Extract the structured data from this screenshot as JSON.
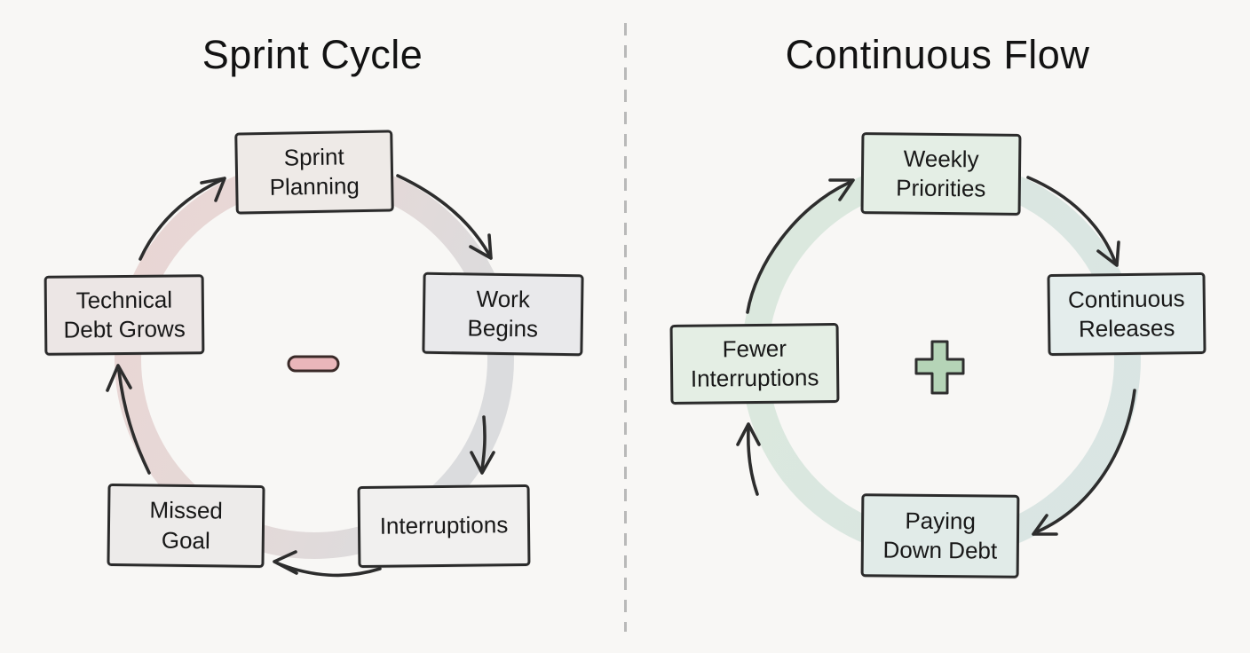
{
  "page": {
    "background_color": "#f8f7f5",
    "divider_style": "vertical dashed line"
  },
  "left_panel": {
    "title": "Sprint Cycle",
    "center_symbol": "minus",
    "symbol_color": "#eab6ba",
    "ring_colors": [
      "#e8d2d0",
      "#d8d9db"
    ],
    "nodes": [
      {
        "id": "sprint-planning",
        "label": "Sprint\nPlanning"
      },
      {
        "id": "work-begins",
        "label": "Work\nBegins"
      },
      {
        "id": "interruptions",
        "label": "Interruptions"
      },
      {
        "id": "missed-goal",
        "label": "Missed\nGoal"
      },
      {
        "id": "technical-debt-grows",
        "label": "Technical\nDebt Grows"
      }
    ]
  },
  "right_panel": {
    "title": "Continuous Flow",
    "center_symbol": "plus",
    "symbol_color": "#b5d4b7",
    "ring_colors": [
      "#d8e7da",
      "#d6e3e1"
    ],
    "nodes": [
      {
        "id": "weekly-priorities",
        "label": "Weekly\nPriorities"
      },
      {
        "id": "continuous-releases",
        "label": "Continuous\nReleases"
      },
      {
        "id": "paying-down-debt",
        "label": "Paying\nDown Debt"
      },
      {
        "id": "fewer-interruptions",
        "label": "Fewer\nInterruptions"
      }
    ]
  }
}
